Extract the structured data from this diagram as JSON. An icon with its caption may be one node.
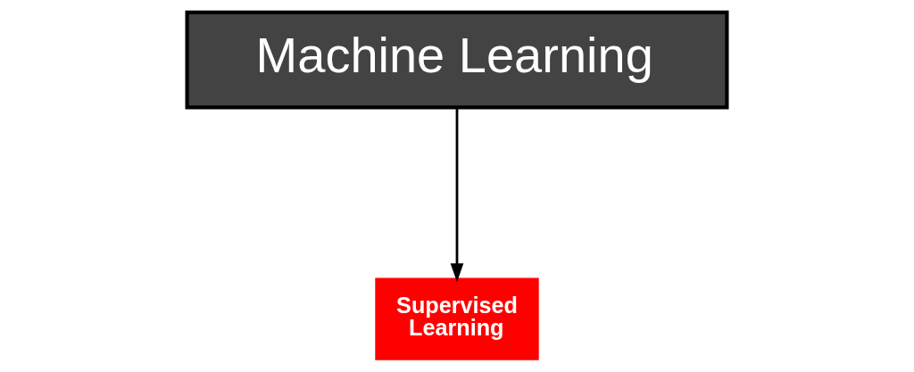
{
  "diagram": {
    "nodes": [
      {
        "text": [
          "Machine Learning"
        ]
      },
      {
        "text": [
          "Supervised Learning"
        ]
      }
    ],
    "edges": [
      {
        "from": 0,
        "to": 1,
        "arrow": "to"
      }
    ]
  }
}
